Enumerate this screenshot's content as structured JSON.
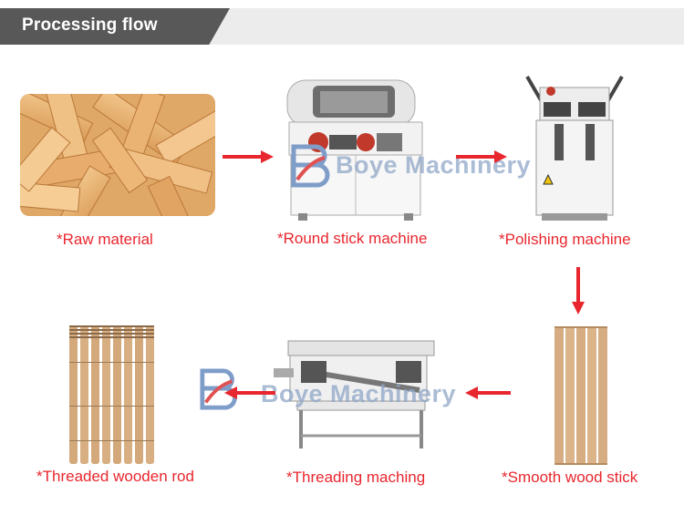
{
  "header": {
    "title": "Processing flow"
  },
  "steps": {
    "raw_material": "*Raw material",
    "round_stick_machine": "*Round stick machine",
    "polishing_machine": "*Polishing machine",
    "threaded_wooden_rod": "*Threaded wooden rod",
    "threading_maching": "*Threading maching",
    "smooth_wood_stick": "*Smooth wood stick"
  },
  "watermarks": {
    "top": "Boye Machinery",
    "bottom": "Boye Machinery"
  },
  "colors": {
    "header_dark": "#585858",
    "header_light": "#ececec",
    "arrow_red": "#e8262e",
    "caption_red": "#e8262e"
  },
  "icons": [
    "right-arrow-icon",
    "down-arrow-icon",
    "left-arrow-icon",
    "boye-logo-icon"
  ]
}
